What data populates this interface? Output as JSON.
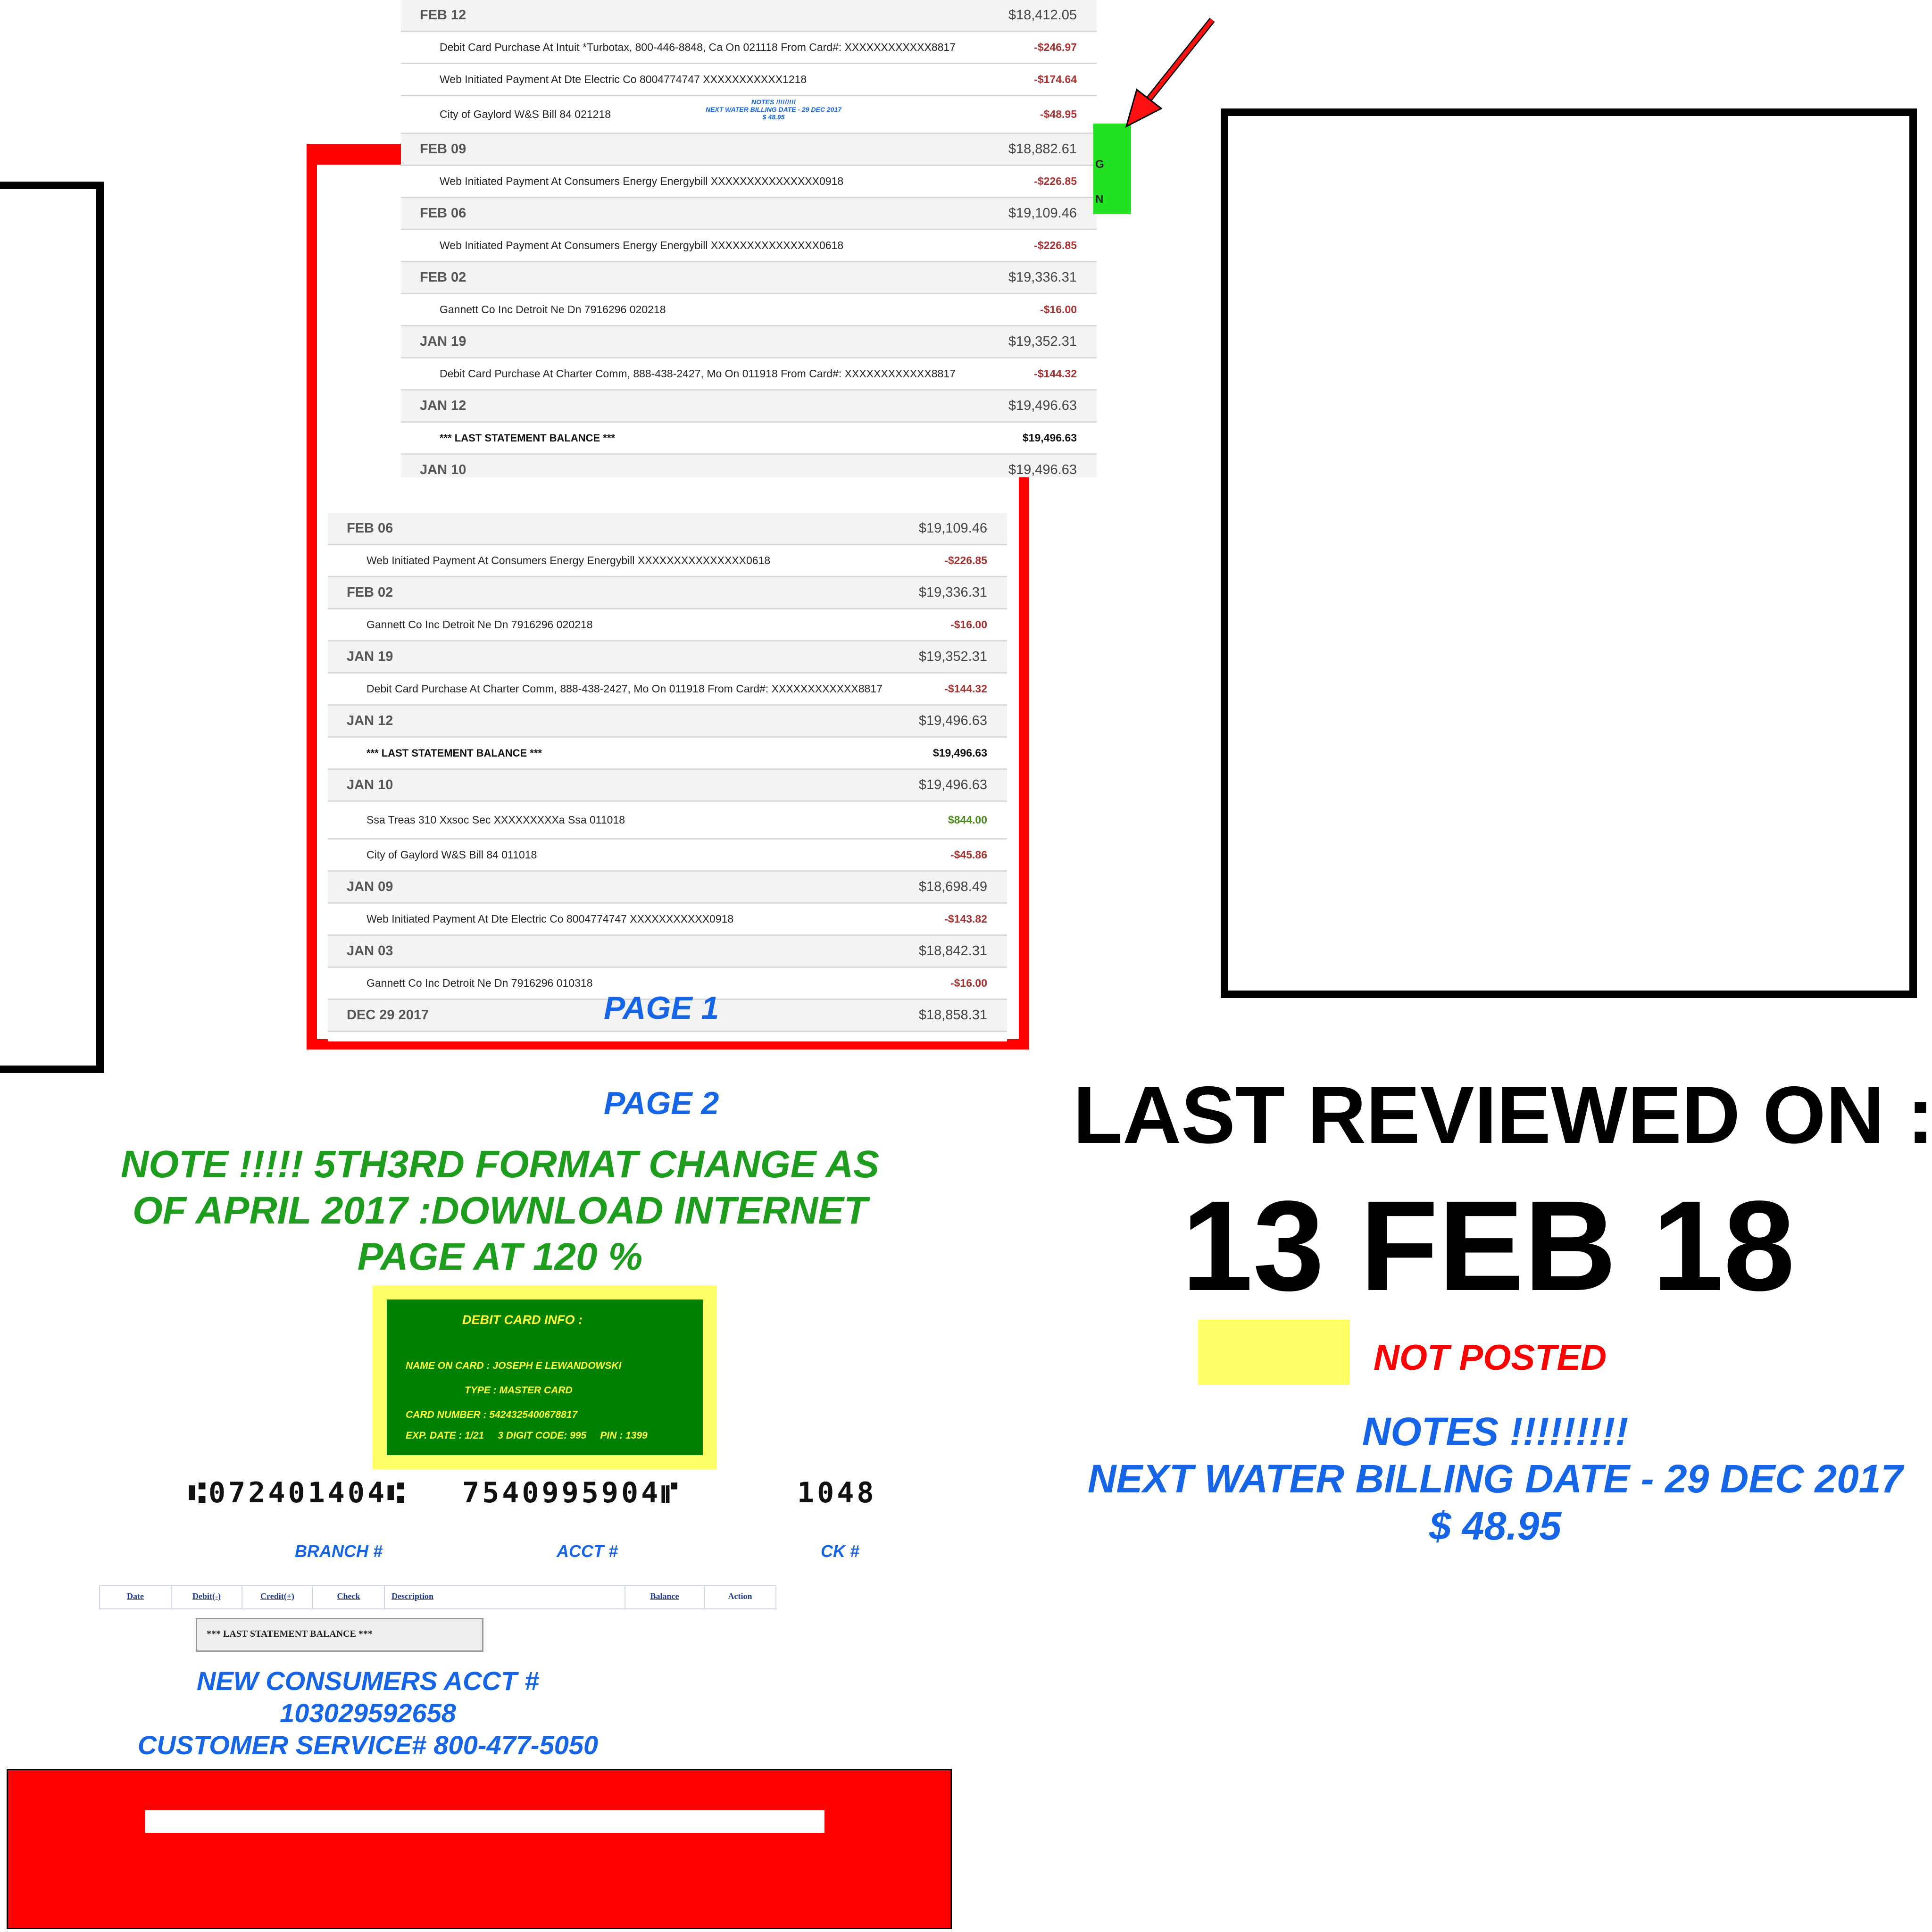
{
  "top_ledger": [
    {
      "kind": "date",
      "label": "FEB 12",
      "amount": "$18,412.05"
    },
    {
      "kind": "txn",
      "label": "Debit Card Purchase At Intuit *Turbotax, 800-446-8848, Ca On 021118 From Card#: XXXXXXXXXXXX8817",
      "amount": "-$246.97"
    },
    {
      "kind": "txn",
      "label": "Web Initiated Payment At Dte Electric Co 8004774747 XXXXXXXXXXX1218",
      "amount": "-$174.64"
    },
    {
      "kind": "txn",
      "label": "City of Gaylord W&S Bill 84 021218",
      "amount": "-$48.95",
      "note": [
        "NOTES !!!!!!!!!",
        "NEXT WATER BILLING DATE - 29 DEC 2017",
        "$ 48.95"
      ]
    },
    {
      "kind": "date",
      "label": "FEB 09",
      "amount": "$18,882.61"
    },
    {
      "kind": "txn",
      "label": "Web Initiated Payment At Consumers Energy Energybill XXXXXXXXXXXXXXX0918",
      "amount": "-$226.85"
    },
    {
      "kind": "date",
      "label": "FEB 06",
      "amount": "$19,109.46"
    },
    {
      "kind": "txn",
      "label": "Web Initiated Payment At Consumers Energy Energybill XXXXXXXXXXXXXXX0618",
      "amount": "-$226.85"
    },
    {
      "kind": "date",
      "label": "FEB 02",
      "amount": "$19,336.31"
    },
    {
      "kind": "txn",
      "label": "Gannett Co Inc Detroit Ne Dn 7916296 020218",
      "amount": "-$16.00"
    },
    {
      "kind": "date",
      "label": "JAN 19",
      "amount": "$19,352.31"
    },
    {
      "kind": "txn",
      "label": "Debit Card Purchase At Charter Comm, 888-438-2427, Mo On 011918 From Card#: XXXXXXXXXXXX8817",
      "amount": "-$144.32"
    },
    {
      "kind": "date",
      "label": "JAN 12",
      "amount": "$19,496.63"
    },
    {
      "kind": "stmt",
      "label": "*** LAST STATEMENT BALANCE ***",
      "amount": "$19,496.63"
    },
    {
      "kind": "date",
      "label": "JAN 10",
      "amount": "$19,496.63"
    }
  ],
  "bottom_ledger": [
    {
      "kind": "date",
      "label": "FEB 06",
      "amount": "$19,109.46"
    },
    {
      "kind": "txn",
      "label": "Web Initiated Payment At Consumers Energy Energybill XXXXXXXXXXXXXXX0618",
      "amount": "-$226.85"
    },
    {
      "kind": "date",
      "label": "FEB 02",
      "amount": "$19,336.31"
    },
    {
      "kind": "txn",
      "label": "Gannett Co Inc Detroit Ne Dn 7916296 020218",
      "amount": "-$16.00"
    },
    {
      "kind": "date",
      "label": "JAN 19",
      "amount": "$19,352.31"
    },
    {
      "kind": "txn",
      "label": "Debit Card Purchase At Charter Comm, 888-438-2427, Mo On 011918 From Card#: XXXXXXXXXXXX8817",
      "amount": "-$144.32"
    },
    {
      "kind": "date",
      "label": "JAN 12",
      "amount": "$19,496.63"
    },
    {
      "kind": "stmt",
      "label": "*** LAST STATEMENT BALANCE ***",
      "amount": "$19,496.63"
    },
    {
      "kind": "date",
      "label": "JAN 10",
      "amount": "$19,496.63"
    },
    {
      "kind": "txn",
      "label": "Ssa Treas 310 Xxsoc Sec XXXXXXXXXa Ssa 011018",
      "amount": "$844.00",
      "positive": true
    },
    {
      "kind": "txn",
      "label": "City of Gaylord W&S Bill 84 011018",
      "amount": "-$45.86"
    },
    {
      "kind": "date",
      "label": "JAN 09",
      "amount": "$18,698.49"
    },
    {
      "kind": "txn",
      "label": "Web Initiated Payment At Dte Electric Co 8004774747 XXXXXXXXXXX0918",
      "amount": "-$143.82"
    },
    {
      "kind": "date",
      "label": "JAN 03",
      "amount": "$18,842.31"
    },
    {
      "kind": "txn",
      "label": "Gannett Co Inc Detroit Ne Dn 7916296 010318",
      "amount": "-$16.00"
    },
    {
      "kind": "date",
      "label": "DEC 29 2017",
      "amount": "$18,858.31"
    }
  ],
  "green_tab": {
    "line1": "G",
    "line2": "N"
  },
  "page1_label": "PAGE 1",
  "page2_label": "PAGE 2",
  "format_note": "NOTE !!!!! 5TH3RD FORMAT CHANGE AS OF APRIL 2017 :DOWNLOAD INTERNET PAGE AT 120 %",
  "debit_card": {
    "title": "DEBIT CARD INFO :",
    "name": "NAME ON CARD : JOSEPH E LEWANDOWSKI",
    "type": "TYPE : MASTER CARD",
    "number": "CARD NUMBER : 5424325400678817",
    "exp": "EXP. DATE : 1/21     3 DIGIT CODE: 995     PIN : 1399"
  },
  "micr": {
    "routing": "⑆072401404⑆",
    "account": "7540995904⑈",
    "check": "1048"
  },
  "micr_labels": {
    "branch": "BRANCH #",
    "acct": "ACCT #",
    "ck": "CK #"
  },
  "table_header": [
    "Date",
    "Debit(-)",
    "Credit(+)",
    "Check",
    "Description",
    "Balance",
    "Action"
  ],
  "last_statement_button": "*** LAST STATEMENT BALANCE ***",
  "consumers": {
    "line1": "NEW CONSUMERS ACCT #",
    "line2": "103029592658",
    "line3": "CUSTOMER SERVICE# 800-477-5050"
  },
  "review": {
    "heading": "LAST REVIEWED ON :",
    "date": "13 FEB 18"
  },
  "legend": {
    "not_posted": "NOT POSTED",
    "swatch_color": "#ffff66"
  },
  "notes": {
    "line1": "NOTES !!!!!!!!!",
    "line2": "NEXT WATER BILLING DATE - 29 DEC 2017",
    "line3": "$ 48.95"
  },
  "colors": {
    "accent_red": "#ff0000",
    "note_blue": "#1565e6",
    "note_green": "#1e9c1e",
    "card_green": "#008000",
    "card_yellow": "#ffff66",
    "tab_green": "#22e022"
  }
}
